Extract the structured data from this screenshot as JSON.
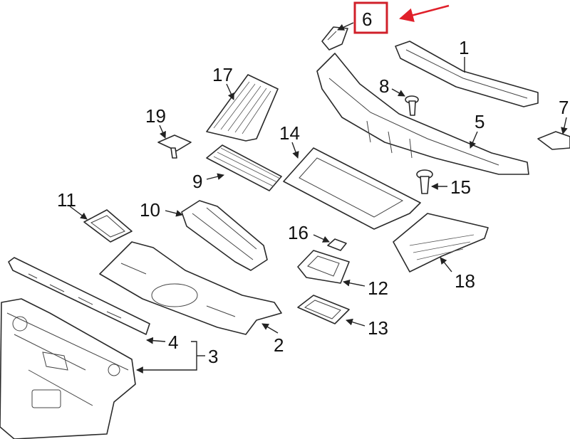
{
  "callouts": {
    "c1": "1",
    "c2": "2",
    "c3": "3",
    "c4": "4",
    "c5": "5",
    "c6": "6",
    "c7": "7",
    "c8": "8",
    "c9": "9",
    "c10": "10",
    "c11": "11",
    "c12": "12",
    "c13": "13",
    "c14": "14",
    "c15": "15",
    "c16": "16",
    "c17": "17",
    "c18": "18",
    "c19": "19"
  },
  "highlight": {
    "target": "6",
    "box_color": "#d0202a",
    "arrow_color": "#e0202a"
  }
}
